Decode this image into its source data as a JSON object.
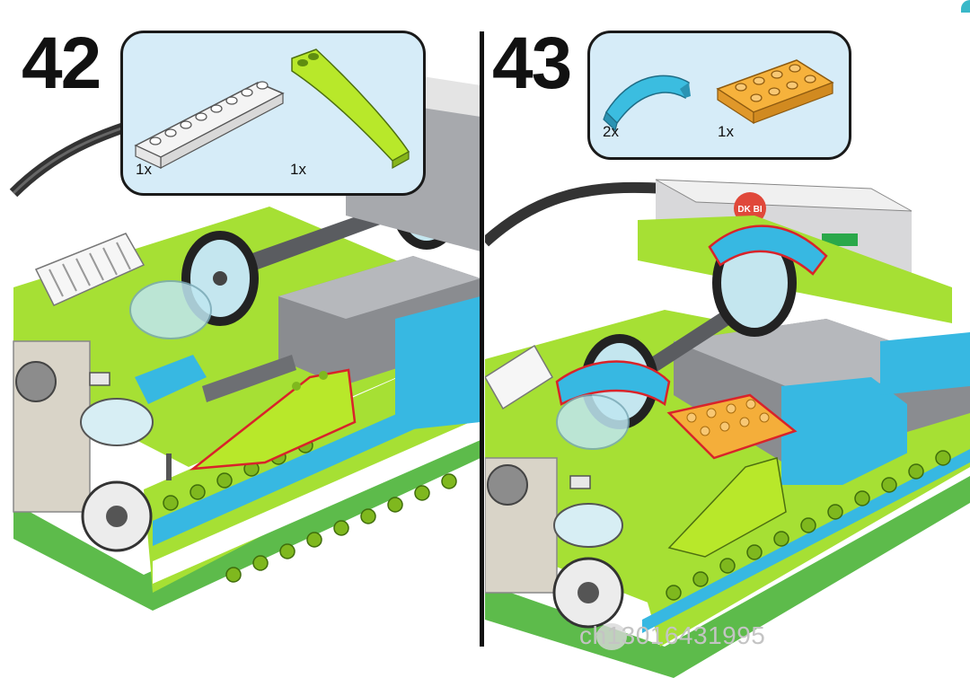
{
  "steps": [
    {
      "number": "42",
      "parts": [
        {
          "name": "white-plate-1x8",
          "quantity": "1x",
          "color": "#f4f4f4"
        },
        {
          "name": "lime-curved-slope",
          "quantity": "1x",
          "color": "#b8e82a"
        }
      ]
    },
    {
      "number": "43",
      "parts": [
        {
          "name": "azure-curved-arch",
          "quantity": "2x",
          "color": "#3bbde0"
        },
        {
          "name": "orange-plate-2x4",
          "quantity": "1x",
          "color": "#f6b23c"
        }
      ]
    }
  ],
  "hub_badge": "DK BI",
  "watermark": "ch13016431995",
  "colors": {
    "lime": "#a6e034",
    "azure": "#37b8e2",
    "orange": "#f4ae3a",
    "dark_gray": "#6d6f73",
    "light_gray": "#bfc2c6",
    "highlight_outline": "#d9232a",
    "box_bg": "#d6ecf8"
  }
}
